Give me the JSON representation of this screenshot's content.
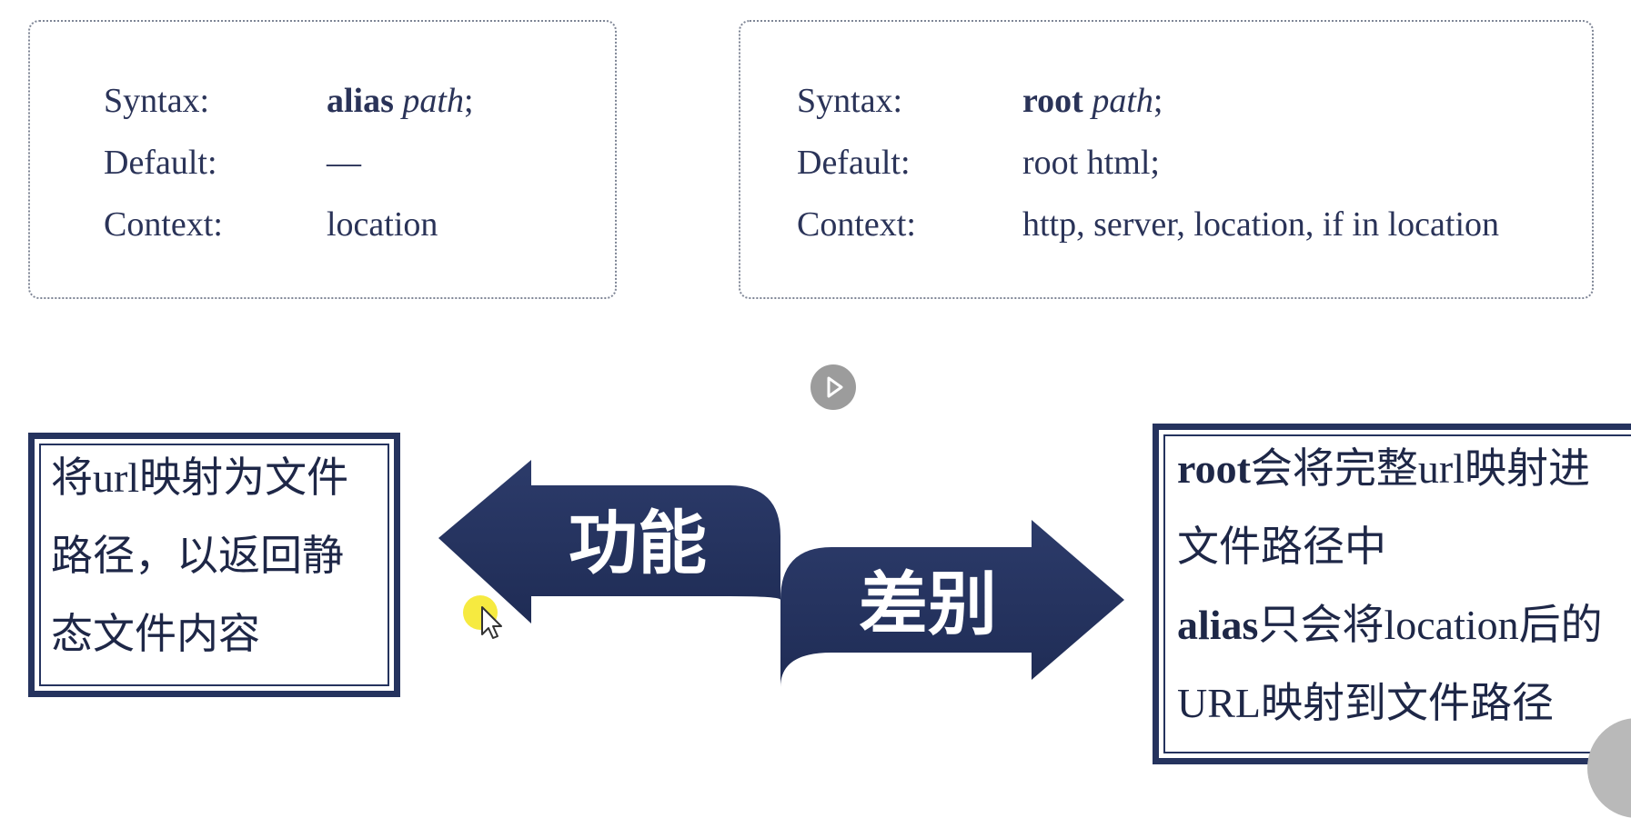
{
  "alias_spec": {
    "syntax_label": "Syntax:",
    "syntax_keyword": "alias",
    "syntax_arg": "path",
    "syntax_end": ";",
    "default_label": "Default:",
    "default_value": "—",
    "context_label": "Context:",
    "context_value": "location"
  },
  "root_spec": {
    "syntax_label": "Syntax:",
    "syntax_keyword": "root",
    "syntax_arg": "path",
    "syntax_end": ";",
    "default_label": "Default:",
    "default_value": "root html;",
    "context_label": "Context:",
    "context_value": "http, server, location, if in location"
  },
  "function_box": {
    "line1": "将url映射为文件",
    "line2": "路径，以返回静",
    "line3": "态文件内容"
  },
  "difference_box": {
    "line1_keyword": "root",
    "line1_rest": "会将完整url映射进",
    "line2": "文件路径中",
    "line3_keyword": "alias",
    "line3_rest": "只会将location后的",
    "line4": "URL映射到文件路径"
  },
  "arrows": {
    "function_label": "功能",
    "difference_label": "差别"
  },
  "icons": {
    "play": "play-icon",
    "cursor": "mouse-cursor-icon"
  },
  "colors": {
    "navy": "#25335e",
    "text": "#2a3358",
    "cursor_highlight": "#f4e61e"
  }
}
